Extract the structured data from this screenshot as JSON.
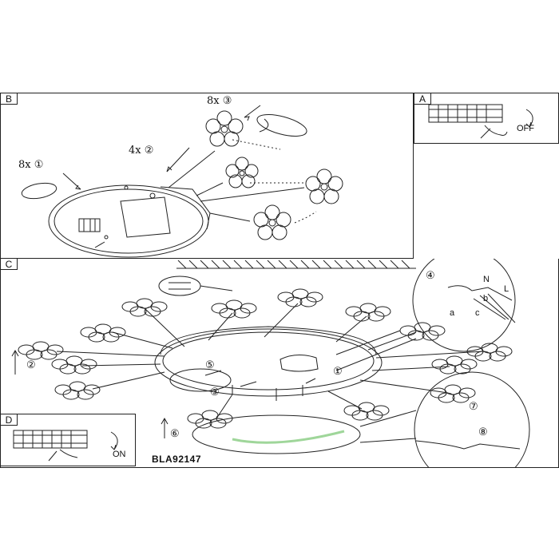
{
  "panels": {
    "A": {
      "tag": "A",
      "switch_label": "OFF"
    },
    "B": {
      "tag": "B",
      "callouts": {
        "c3": "8x ③",
        "c2": "4x ②",
        "c1": "8x ①"
      }
    },
    "C": {
      "tag": "C",
      "steps": {
        "s2": "②",
        "s3": "③",
        "s4": "④",
        "s5": "⑤",
        "s1": "①",
        "s6": "⑥",
        "s7": "⑦",
        "s8": "⑧"
      },
      "wire_labels": {
        "n": "N",
        "l": "L",
        "a": "a",
        "b": "b",
        "c": "c"
      }
    },
    "D": {
      "tag": "D",
      "switch_label": "ON"
    }
  },
  "product_code": "BLA92147",
  "colors": {
    "line": "#222222",
    "accent_green": "#9fd69a"
  }
}
